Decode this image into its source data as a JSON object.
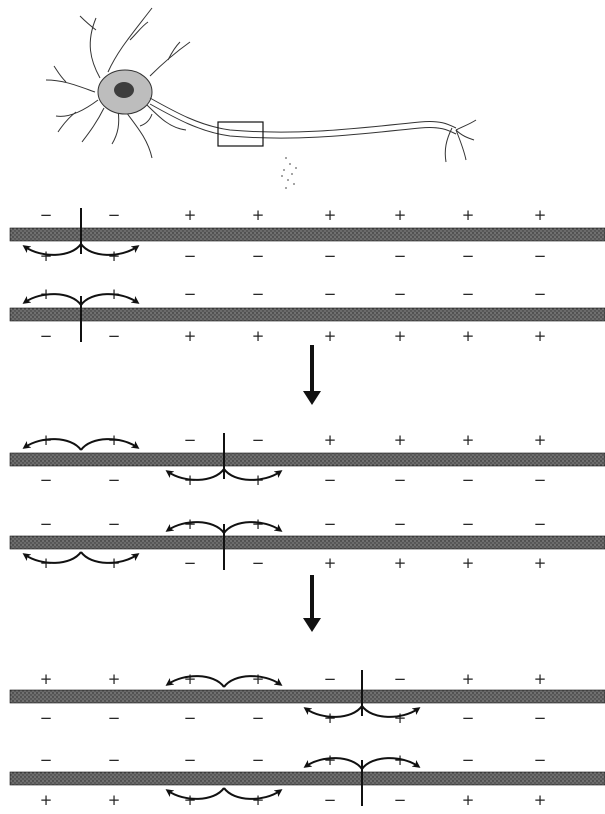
{
  "diagram": {
    "panels": [
      {
        "id": "stage-1",
        "membranes": [
          {
            "outside": [
              "−",
              "−",
              "+",
              "+",
              "+",
              "+",
              "+",
              "+"
            ],
            "inside": [
              "+",
              "+",
              "−",
              "−",
              "−",
              "−",
              "−",
              "−"
            ],
            "arrow_slots": [
              0
            ]
          },
          {
            "inside": [
              "+",
              "+",
              "−",
              "−",
              "−",
              "−",
              "−",
              "−"
            ],
            "outside": [
              "−",
              "−",
              "+",
              "+",
              "+",
              "+",
              "+",
              "+"
            ],
            "arrow_slots": [
              0
            ]
          }
        ],
        "depolarized_slot": 0
      },
      {
        "id": "stage-2",
        "membranes": [
          {
            "outside": [
              "+",
              "+",
              "−",
              "−",
              "+",
              "+",
              "+",
              "+"
            ],
            "inside": [
              "−",
              "−",
              "+",
              "+",
              "−",
              "−",
              "−",
              "−"
            ],
            "arrow_slots_outside": [
              0
            ],
            "arrow_slots_inside": [
              1
            ]
          },
          {
            "inside": [
              "−",
              "−",
              "+",
              "+",
              "−",
              "−",
              "−",
              "−"
            ],
            "outside": [
              "+",
              "+",
              "−",
              "−",
              "+",
              "+",
              "+",
              "+"
            ],
            "arrow_slots_outside": [
              0
            ],
            "arrow_slots_inside": [
              1
            ]
          }
        ],
        "depolarized_slot": 1
      },
      {
        "id": "stage-3",
        "membranes": [
          {
            "outside": [
              "+",
              "+",
              "+",
              "+",
              "−",
              "−",
              "+",
              "+"
            ],
            "inside": [
              "−",
              "−",
              "−",
              "−",
              "+",
              "+",
              "−",
              "−"
            ],
            "arrow_slots_outside": [
              1
            ],
            "arrow_slots_inside": [
              2
            ]
          },
          {
            "inside": [
              "−",
              "−",
              "−",
              "−",
              "+",
              "+",
              "−",
              "−"
            ],
            "outside": [
              "+",
              "+",
              "+",
              "+",
              "−",
              "−",
              "+",
              "+"
            ],
            "arrow_slots_outside": [
              1
            ],
            "arrow_slots_inside": [
              2
            ]
          }
        ],
        "depolarized_slot": 2
      }
    ],
    "illustration": "neuron-with-axon-segment-box",
    "colors": {
      "ink": "#111111",
      "membrane": "#555555",
      "background": "#ffffff"
    }
  }
}
